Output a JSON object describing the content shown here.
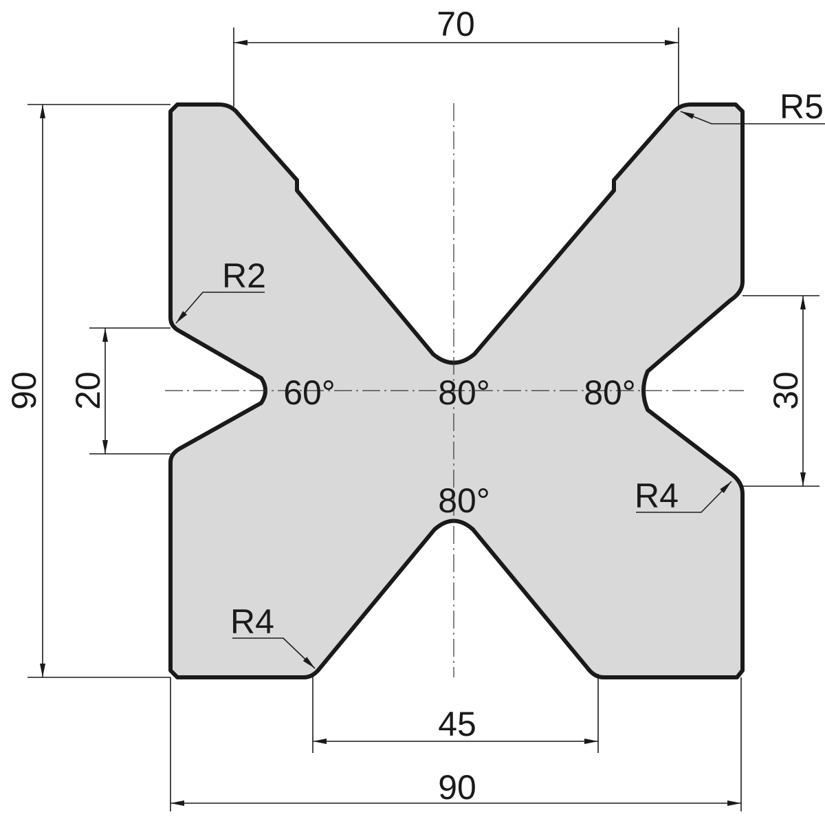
{
  "drawing": {
    "fill_color": "#d9d9d9",
    "outline_color": "#1a1a1a",
    "dimensions": {
      "top_width": "70",
      "total_height": "90",
      "left_vee_opening": "20",
      "right_vee_opening": "30",
      "bottom_vee_opening": "45",
      "total_width": "90"
    },
    "radii": {
      "top_right": "R5",
      "left": "R2",
      "right": "R4",
      "bottom_left": "R4"
    },
    "angles": {
      "left_vee": "60°",
      "top_vee": "80°",
      "right_vee": "80°",
      "bottom_vee": "80°"
    }
  }
}
